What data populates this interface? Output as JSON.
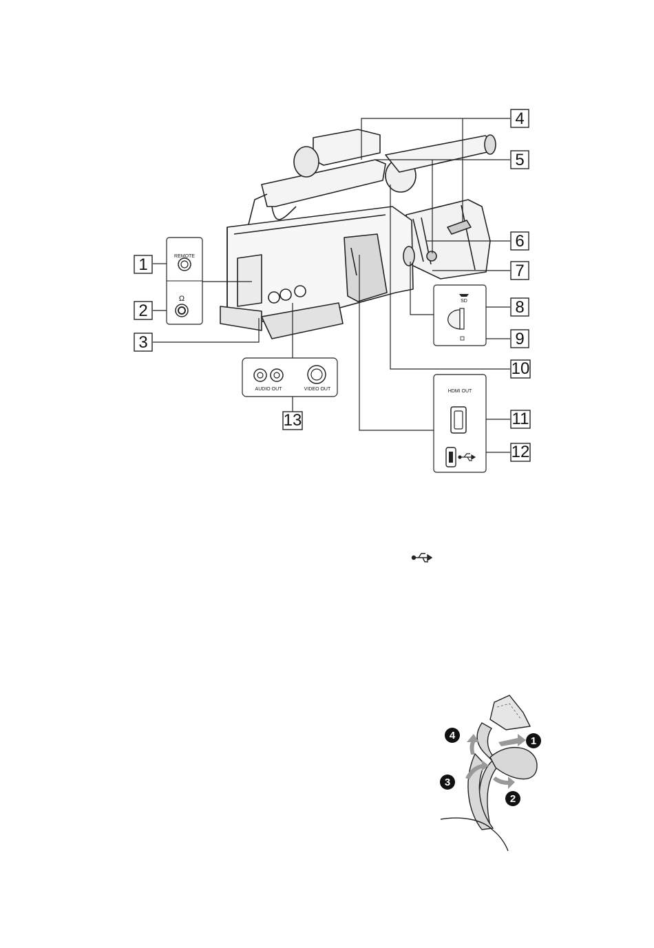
{
  "callouts": [
    {
      "num": "1"
    },
    {
      "num": "2"
    },
    {
      "num": "3"
    },
    {
      "num": "4"
    },
    {
      "num": "5"
    },
    {
      "num": "6"
    },
    {
      "num": "7"
    },
    {
      "num": "8"
    },
    {
      "num": "9"
    },
    {
      "num": "10"
    },
    {
      "num": "11"
    },
    {
      "num": "12"
    },
    {
      "num": "13"
    }
  ],
  "insets": {
    "remote_label": "REMOTE",
    "headphone_symbol": "Ω",
    "sd_label": "SD",
    "audio_out_label": "AUDIO OUT",
    "video_out_label": "VIDEO OUT",
    "hdmi_out_label": "HDMI OUT"
  },
  "strap_steps": [
    {
      "num": "1"
    },
    {
      "num": "2"
    },
    {
      "num": "3"
    },
    {
      "num": "4"
    }
  ],
  "icons": {
    "usb": "usb-icon"
  }
}
